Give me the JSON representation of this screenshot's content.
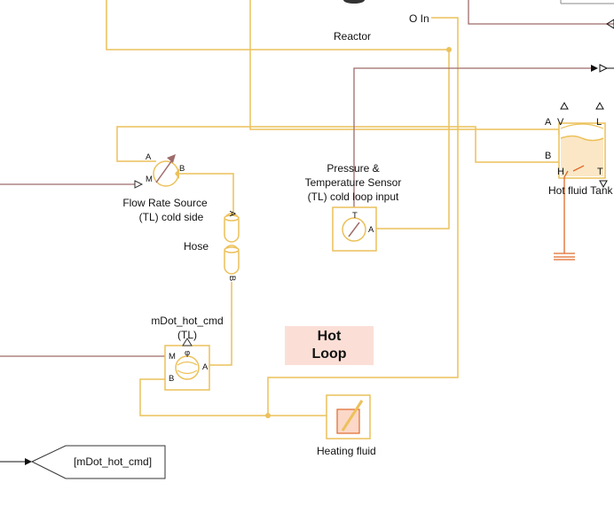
{
  "blocks": {
    "reactor": {
      "label": "Reactor",
      "port_o_in": "O In"
    },
    "flow_source": {
      "label_line1": "Flow Rate Source",
      "label_line2": "(TL) cold side",
      "port_a": "A",
      "port_b": "B",
      "port_m": "M"
    },
    "hose": {
      "label": "Hose",
      "port_a": "A",
      "port_b": "B"
    },
    "sensor": {
      "label_line1": "Pressure &",
      "label_line2": "Temperature Sensor",
      "label_line3": "(TL) cold loop input",
      "port_t": "T",
      "port_a": "A"
    },
    "mdot": {
      "label_line1": "mDot_hot_cmd",
      "label_line2": "(TL)",
      "port_m": "M",
      "port_phi": "φ",
      "port_a": "A",
      "port_b": "B"
    },
    "heating_fluid": {
      "label": "Heating fluid"
    },
    "tank": {
      "label": "Hot fluid Tank",
      "port_a": "A",
      "port_v": "V",
      "port_l": "L",
      "port_b": "B",
      "port_h": "H",
      "port_t": "T"
    },
    "goto_tag": {
      "label": "[mDot_hot_cmd]"
    }
  },
  "annotation": {
    "line1": "Hot",
    "line2": "Loop"
  },
  "colors": {
    "thermal_liquid": "#ecc15a",
    "thermal": "#e06a2b",
    "signal": "#8b4a4a",
    "physical_signal": "#9e6b6b",
    "note_bg": "#fbdfd6"
  }
}
